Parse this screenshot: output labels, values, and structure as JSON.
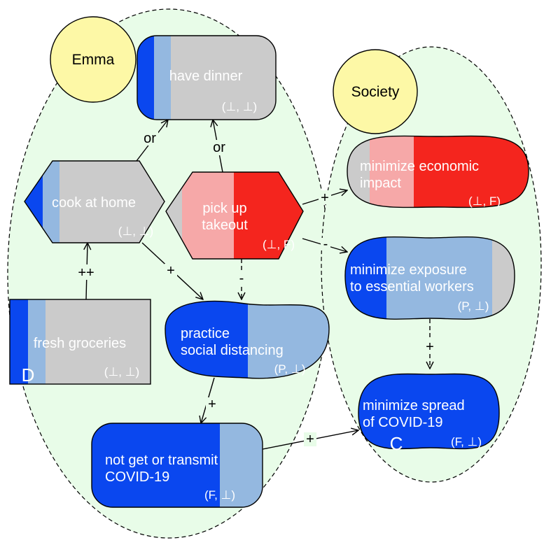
{
  "colors": {
    "boundary_fill": "#e8fce8",
    "actor_fill": "#fdf8a6",
    "dark_blue": "#0a47ef",
    "light_blue": "#94b8e0",
    "grey": "#cbcbcb",
    "pink": "#f6a8a8",
    "red": "#f4251e"
  },
  "actors": {
    "emma": "Emma",
    "society": "Society"
  },
  "nodes": {
    "have_dinner": {
      "label": "have dinner",
      "value": "(⊥, ⊥)"
    },
    "cook_at_home": {
      "label": "cook at home",
      "value": "(⊥, ⊥)"
    },
    "pick_up_takeout": {
      "label1": "pick up",
      "label2": "takeout",
      "value": "(⊥, F)"
    },
    "fresh_groceries": {
      "label": "fresh groceries",
      "value": "(⊥, ⊥)",
      "marker": "D"
    },
    "practice_social_distancing": {
      "label1": "practice",
      "label2": "social distancing",
      "value": "(P, ⊥)"
    },
    "not_get_or_transmit": {
      "label1": "not get or transmit",
      "label2": "COVID-19",
      "value": "(F, ⊥)"
    },
    "minimize_economic_impact": {
      "label1": "minimize economic",
      "label2": "impact",
      "value": "(⊥, F)"
    },
    "minimize_exposure": {
      "label1": "minimize exposure",
      "label2": "to essential workers",
      "value": "(P, ⊥)"
    },
    "minimize_spread": {
      "label1": "minimize spread",
      "label2": "of COVID-19",
      "value": "(F, ⊥)",
      "marker": "C"
    }
  },
  "links": {
    "cook_to_dinner": "or",
    "takeout_to_dinner": "or",
    "groceries_to_cook": "++",
    "cook_to_distancing": "+",
    "takeout_to_distancing": "-",
    "takeout_to_economic": "+",
    "takeout_to_exposure": "-",
    "exposure_to_spread": "+",
    "distancing_to_transmit": "+",
    "transmit_to_spread": "+"
  }
}
